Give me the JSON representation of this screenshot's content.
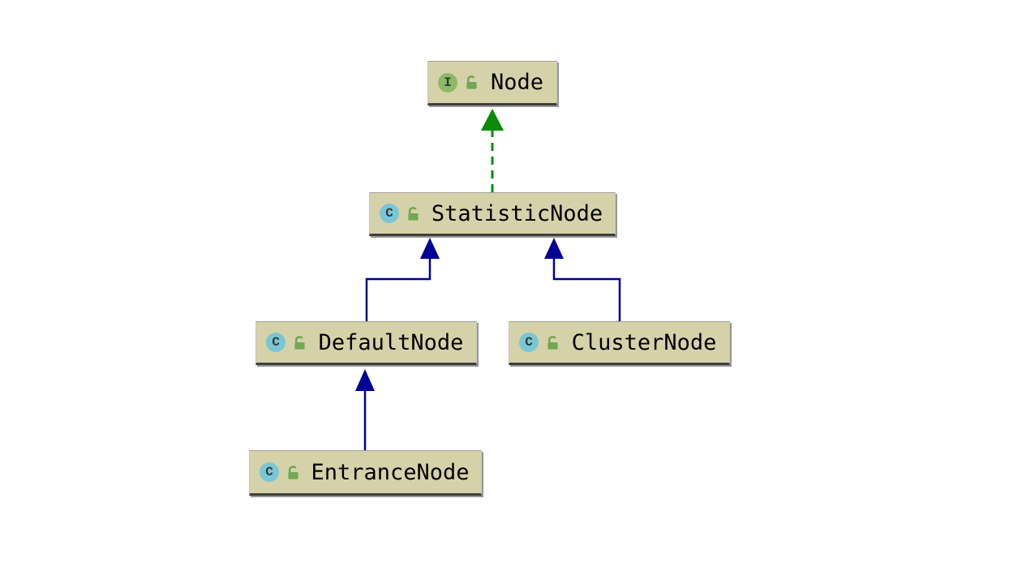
{
  "diagram": {
    "kind": "uml-class-hierarchy",
    "nodes": [
      {
        "label": "Node",
        "kind": "interface",
        "icon_letter": "I",
        "visibility": "public"
      },
      {
        "label": "StatisticNode",
        "kind": "class",
        "icon_letter": "C",
        "visibility": "public"
      },
      {
        "label": "DefaultNode",
        "kind": "class",
        "icon_letter": "C",
        "visibility": "public"
      },
      {
        "label": "ClusterNode",
        "kind": "class",
        "icon_letter": "C",
        "visibility": "public"
      },
      {
        "label": "EntranceNode",
        "kind": "class",
        "icon_letter": "C",
        "visibility": "public"
      }
    ],
    "edges": [
      {
        "from": "StatisticNode",
        "to": "Node",
        "type": "implements",
        "style": "dashed-green"
      },
      {
        "from": "DefaultNode",
        "to": "StatisticNode",
        "type": "extends",
        "style": "solid-navy"
      },
      {
        "from": "ClusterNode",
        "to": "StatisticNode",
        "type": "extends",
        "style": "solid-navy"
      },
      {
        "from": "EntranceNode",
        "to": "DefaultNode",
        "type": "extends",
        "style": "solid-navy"
      }
    ]
  },
  "colors": {
    "canvas_bg": "#ffffff",
    "node_fill": "#d5d2a9",
    "node_underline": "#3f3f3f",
    "shadow": "#979797",
    "interface_icon": "#8cba66",
    "class_icon": "#79c7d4",
    "lock_icon": "#74a753",
    "implements_arrow": "#0a8a0a",
    "extends_arrow": "#000096",
    "label_color": "#000000"
  }
}
